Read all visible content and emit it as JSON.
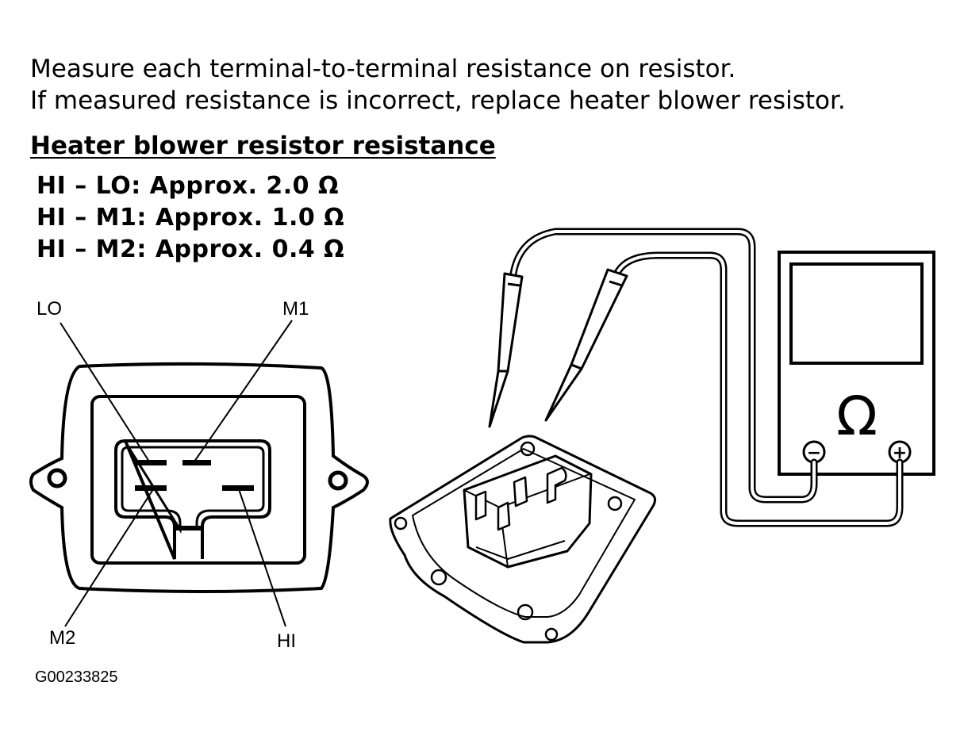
{
  "instructions": [
    "Measure each terminal-to-terminal resistance on resistor.",
    "If measured resistance is incorrect, replace heater blower resistor."
  ],
  "heading": "Heater blower resistor resistance",
  "specs": [
    "HI – LO: Approx. 2.0 Ω",
    "HI – M1: Approx. 1.0 Ω",
    "HI – M2: Approx. 0.4 Ω"
  ],
  "terminal_labels": {
    "lo": "LO",
    "m1": "M1",
    "m2": "M2",
    "hi": "HI"
  },
  "meter": {
    "ohm_symbol": "Ω",
    "neg_symbol": "−",
    "pos_symbol": "+"
  },
  "figure_id": "G00233825"
}
